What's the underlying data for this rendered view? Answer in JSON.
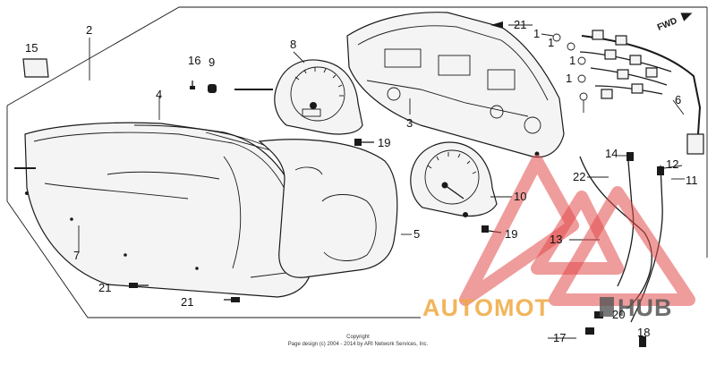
{
  "diagram": {
    "callouts": {
      "c1": "1",
      "c2": "2",
      "c3": "3",
      "c4": "4",
      "c5": "5",
      "c6": "6",
      "c7": "7",
      "c8": "8",
      "c9": "9",
      "c10": "10",
      "c11": "11",
      "c12": "12",
      "c13": "13",
      "c14": "14",
      "c15": "15",
      "c16": "16",
      "c17": "17",
      "c18": "18",
      "c19": "19",
      "c20": "20",
      "c21": "21",
      "c22": "22"
    },
    "direction_label": "FWD",
    "copyright_line1": "Copyright",
    "copyright_line2": "Page design (c) 2004 - 2014 by ARI Network Services, Inc."
  },
  "watermark": {
    "brand_left": "AUTOMOT",
    "brand_right": "HUB",
    "brand_color": "#f0a940",
    "triangle_color": "#e24b4b"
  }
}
